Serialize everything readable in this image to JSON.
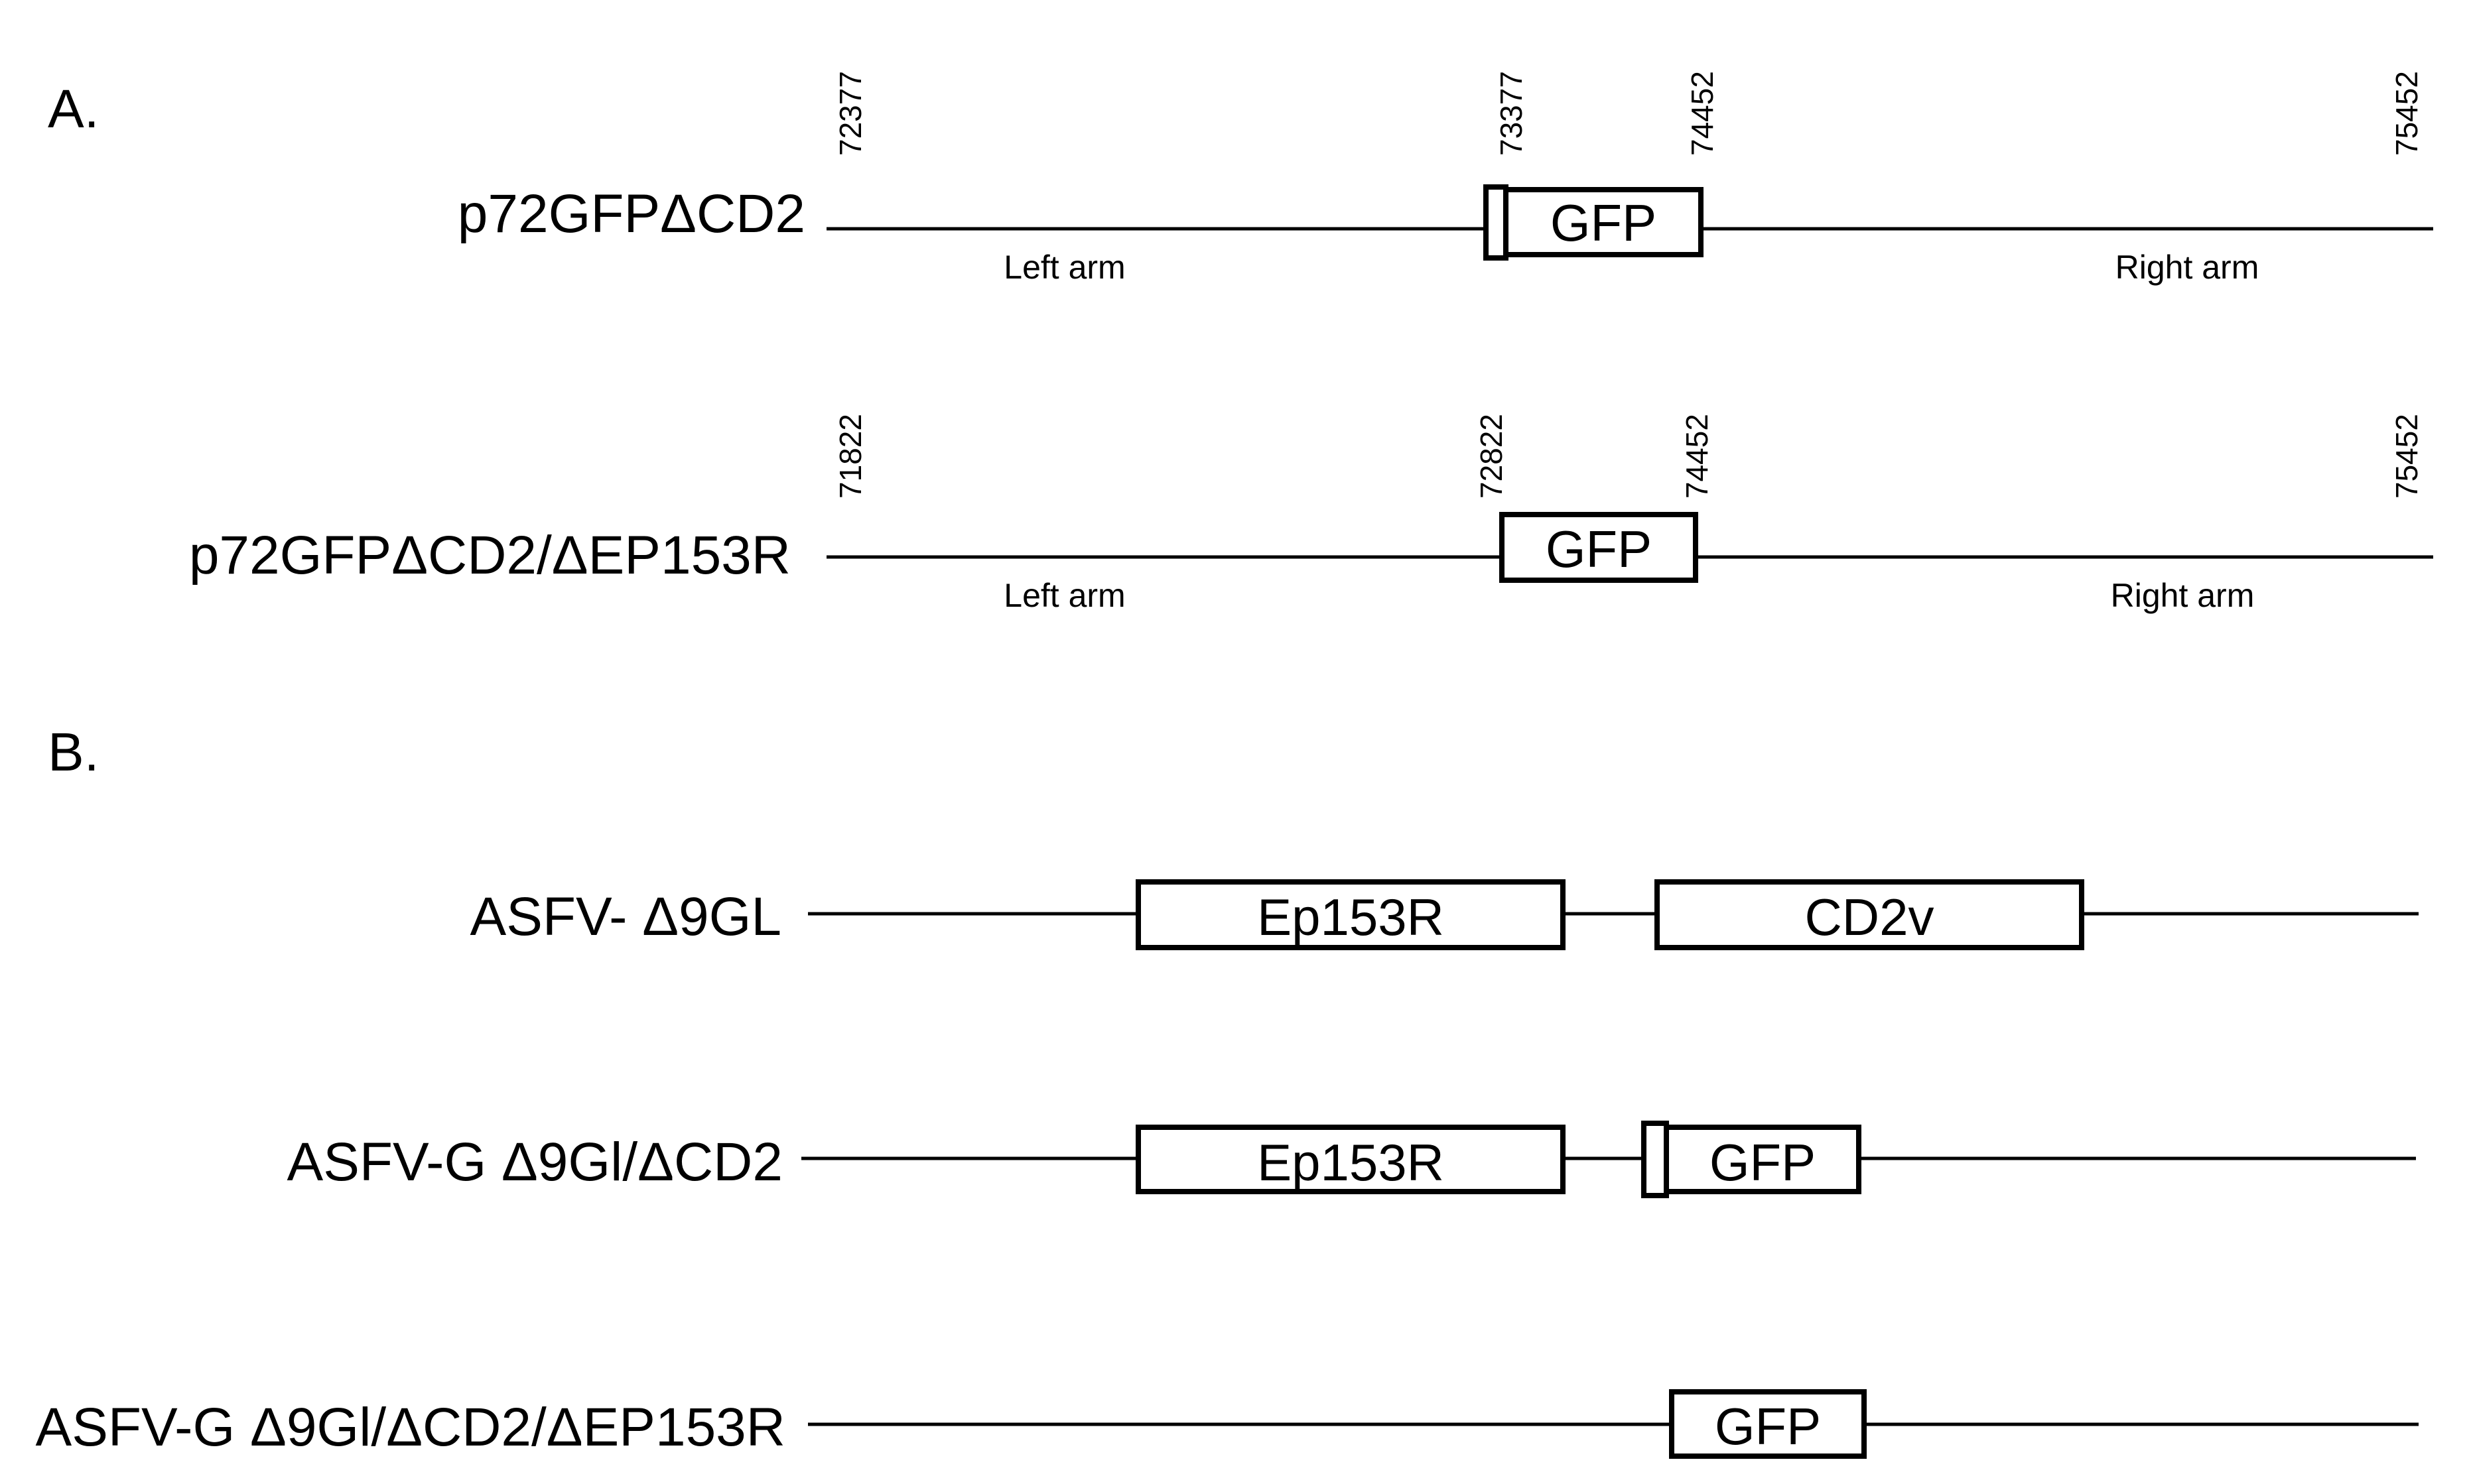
{
  "panel_a": {
    "label": "A.",
    "constructs": [
      {
        "name": "p72GFPΔCD2",
        "coords": [
          "72377",
          "73377",
          "74452",
          "75452"
        ],
        "left_arm": "Left arm",
        "right_arm": "Right arm",
        "gene": "GFP"
      },
      {
        "name": "p72GFPΔCD2/ΔEP153R",
        "coords": [
          "71822",
          "72822",
          "74452",
          "75452"
        ],
        "left_arm": "Left arm",
        "right_arm": "Right arm",
        "gene": "GFP"
      }
    ]
  },
  "panel_b": {
    "label": "B.",
    "constructs": [
      {
        "name": "ASFV- Δ9GL",
        "genes": [
          "Ep153R",
          "CD2v"
        ]
      },
      {
        "name": "ASFV-G Δ9Gl/ΔCD2",
        "genes": [
          "Ep153R",
          "GFP"
        ]
      },
      {
        "name": "ASFV-G Δ9Gl/ΔCD2/ΔEP153R",
        "genes": [
          "GFP"
        ]
      }
    ]
  }
}
